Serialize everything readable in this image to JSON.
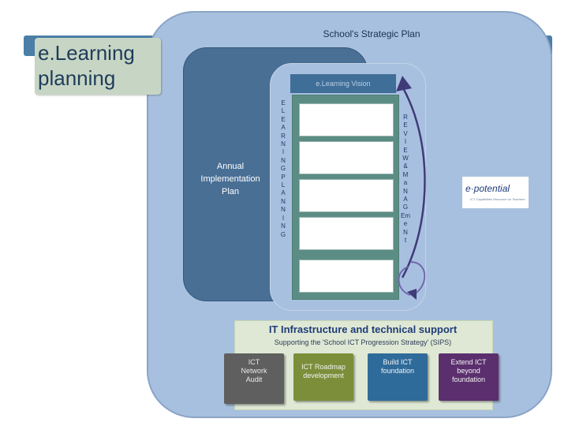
{
  "title": "e.Learning\nplanning",
  "strategic_plan": "School's Strategic Plan",
  "annual_plan": "Annual\nImplementation\nPlan",
  "vision": "e.Learning Vision",
  "elearning_letters": [
    "E",
    "L",
    "E",
    "A",
    "R",
    "N",
    "I",
    "N",
    "G",
    "P",
    "L",
    "A",
    "N",
    "N",
    "I",
    "N",
    "G"
  ],
  "review_letters": [
    "R",
    "E",
    "V",
    "I",
    "E",
    "W",
    "&",
    "M",
    "a",
    "N",
    "A",
    "G",
    "Em",
    "e",
    "N",
    "t"
  ],
  "logo_text": "e·potential",
  "logo_sub": "ICT Capabilities Resource for Teachers",
  "infrastructure": {
    "title": "IT Infrastructure and technical support",
    "subtitle": "Supporting the 'School ICT Progression Strategy' (SIPS)",
    "cards": [
      {
        "label": "ICT\nNetwork\nAudit"
      },
      {
        "label": "ICT Roadmap\ndevelopment"
      },
      {
        "label": "Build ICT\nfoundation"
      },
      {
        "label": "Extend ICT\nbeyond\nfoundation"
      }
    ]
  },
  "colors": {
    "outer_panel": "#a8c0df",
    "annual_panel": "#496f95",
    "grid_column": "#5c8d85",
    "header_bar": "#4b7fa7",
    "arrow": "#3f3a78"
  }
}
